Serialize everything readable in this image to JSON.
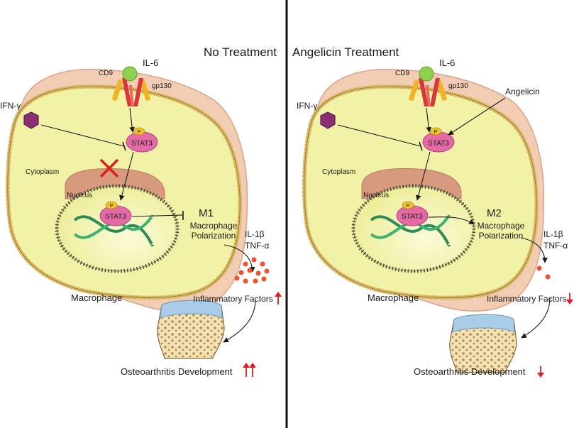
{
  "panels": [
    {
      "title": "No Treatment",
      "cytokine": "IL-6",
      "co_receptor": "CD9",
      "receptor": "gp130",
      "ifn": "IFN-γ",
      "drug": "",
      "stat": "STAT3",
      "phospho": "P",
      "cytoplasm": "Cytoplasm",
      "nucleus": "Nucleus",
      "polarization_type": "M1",
      "polarization_line1": "Macrophage",
      "polarization_line2": "Polarization",
      "factor1": "IL-1β",
      "factor2": "TNF-α",
      "cell": "Macrophage",
      "inflammatory": "Inflammatory Factors",
      "inflammatory_trend": "up",
      "outcome": "Osteoarthritis Development",
      "outcome_trend": "double-up"
    },
    {
      "title": "Angelicin Treatment",
      "cytokine": "IL-6",
      "co_receptor": "CD9",
      "receptor": "gp130",
      "ifn": "IFN-γ",
      "drug": "Angelicin",
      "stat": "STAT3",
      "phospho": "P",
      "cytoplasm": "Cytoplasm",
      "nucleus": "Nucleus",
      "polarization_type": "M2",
      "polarization_line1": "Macrophage",
      "polarization_line2": "Polarization",
      "factor1": "IL-1β",
      "factor2": "TNF-α",
      "cell": "Macrophage",
      "inflammatory": "Inflammatory Factors",
      "inflammatory_trend": "down",
      "outcome": "Osteoarthritis Development",
      "outcome_trend": "down"
    }
  ],
  "colors": {
    "cytoplasm": "#f2f2a6",
    "outer_membrane": "#f3cdb3",
    "membrane_bead": "#d9b865",
    "stat3": "#e46aa6",
    "il6": "#8fd14f",
    "ifn": "#8b2e73",
    "receptor_red": "#d9363e",
    "receptor_gold": "#f0b323",
    "factor_dot": "#f0522e",
    "trend_arrow": "#e01b1b",
    "cartilage": "#a9cde8",
    "bone": "#f2e2b5"
  }
}
